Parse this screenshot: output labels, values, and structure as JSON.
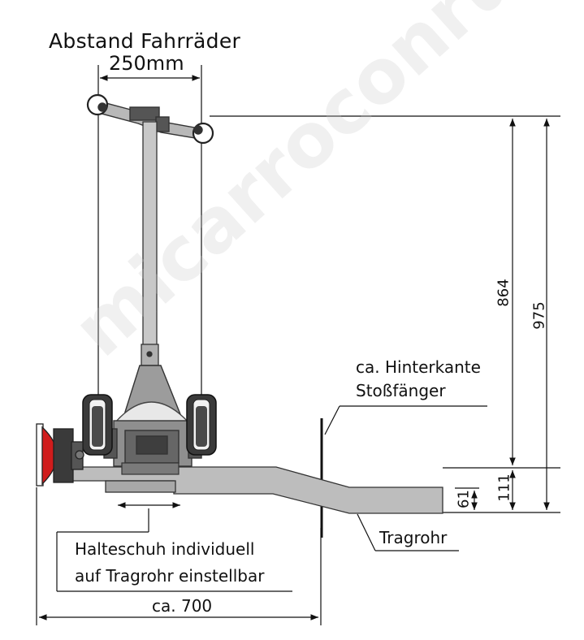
{
  "labels": {
    "title": "Abstand Fahrräder",
    "wheel_distance": "250mm",
    "height_864": "864",
    "height_975": "975",
    "height_111": "111",
    "height_61": "61",
    "bumper_line1": "ca. Hinterkante",
    "bumper_line2": "Stoßfänger",
    "tube": "Tragrohr",
    "shoe_line1": "Halteschuh individuell",
    "shoe_line2": "auf Tragrohr einstellbar",
    "width_700": "ca. 700"
  },
  "watermark": "micarroconruedas.com",
  "colors": {
    "frame_gray": "#b3b3b3",
    "outline": "#333333",
    "wheel": "#3a3a3a",
    "reflector_red": "#d01c1c"
  }
}
